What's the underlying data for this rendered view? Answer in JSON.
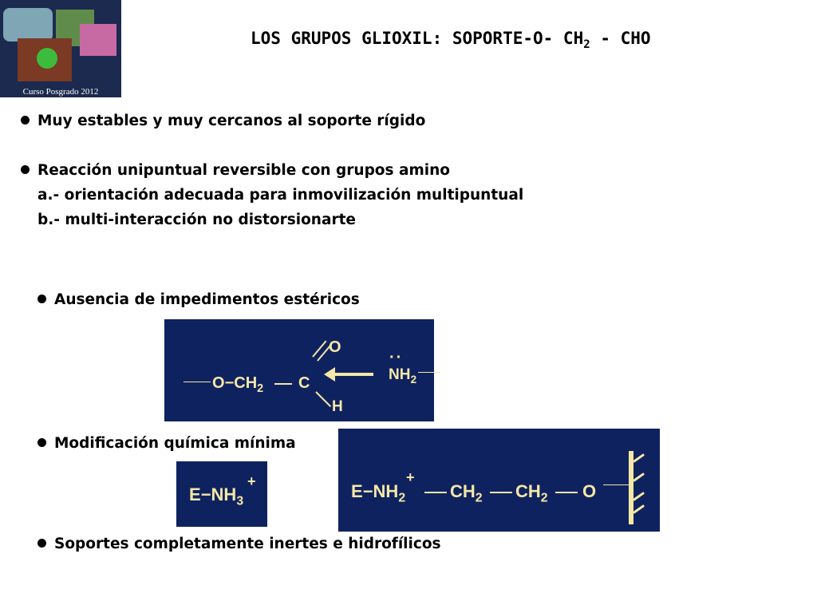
{
  "logo": {
    "caption": "Curso Posgrado 2012"
  },
  "title": {
    "main": "LOS GRUPOS GLIOXIL: SOPORTE-O- CH",
    "sub": "2",
    "tail": " - CHO"
  },
  "bullets": {
    "b1": "Muy estables y muy cercanos al soporte rígido",
    "b2": "Reacción unipuntual reversible con grupos amino",
    "b2a": "a.- orientación adecuada para inmovilización multipuntual",
    "b2b": "b.- multi-interacción no distorsionarte",
    "b3": "Ausencia de impedimentos estéricos",
    "b4": "Modificación química mínima",
    "b5": "Soportes completamente inertes e hidrofílicos"
  },
  "diagram1": {
    "o_ch": "O",
    "dash": "−",
    "ch": "CH",
    "two": "2",
    "c": "C",
    "o_top": "O",
    "h": "H",
    "lone_pair": "··",
    "nh": "NH",
    "nh_sub": "2"
  },
  "diagram2": {
    "e": "E",
    "dash": "−",
    "nh": "NH",
    "sub": "3",
    "plus": "+"
  },
  "diagram3": {
    "e": "E",
    "dash": "−",
    "nh": "NH",
    "nh_sub": "2",
    "plus": "+",
    "ch_a": "CH",
    "ch_a_sub": "2",
    "ch_b": "CH",
    "ch_b_sub": "2",
    "o": "O"
  },
  "colors": {
    "panel": "#0f2260",
    "formula": "#f4e8a6",
    "logo_bg": "#1d2a4f"
  }
}
